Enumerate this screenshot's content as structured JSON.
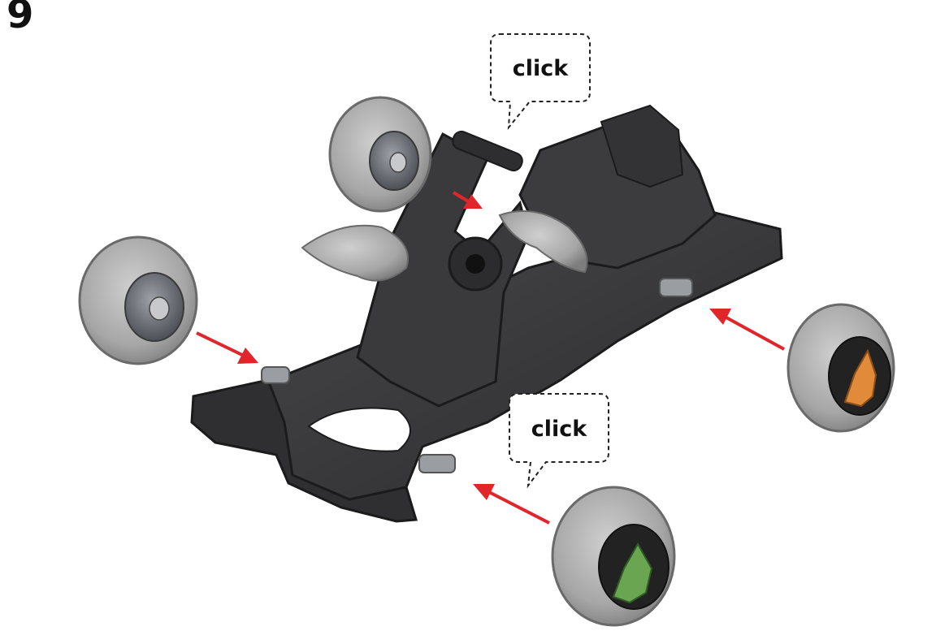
{
  "step": {
    "number": "9"
  },
  "callouts": [
    {
      "id": "top",
      "text": "click"
    },
    {
      "id": "bottom",
      "text": "click"
    }
  ],
  "colors": {
    "arrow": "#e0262a",
    "chassis": "#3a3a3c",
    "chassis_dark": "#242426",
    "tire": "#a9a9a9",
    "hub_front": "#6f7278",
    "hub_orange": "#e08a3a",
    "hub_green": "#6aa651",
    "accent_light": "#bdbdbd"
  }
}
